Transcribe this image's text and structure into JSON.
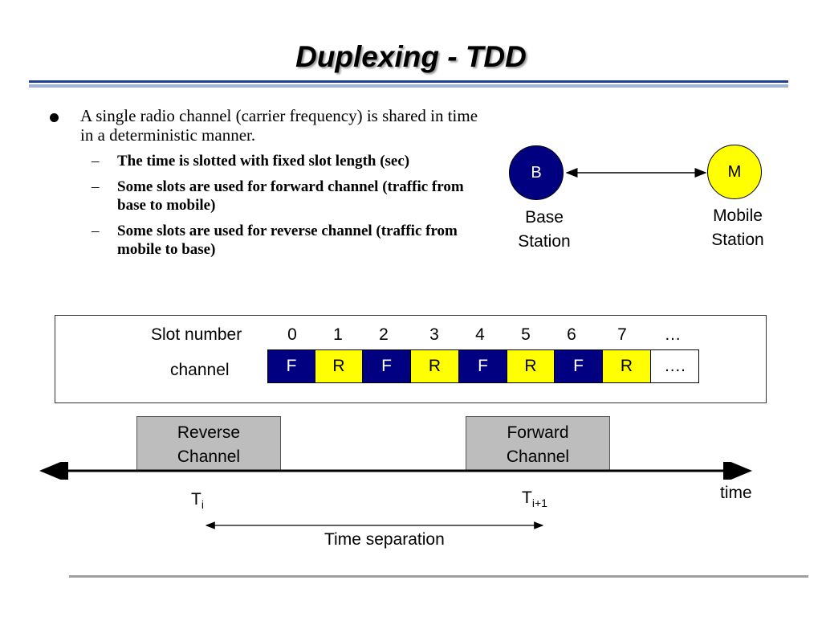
{
  "slide": {
    "title": "Duplexing - TDD",
    "bullets": [
      {
        "text": "A single radio channel (carrier frequency) is shared in time in a deterministic manner.",
        "sub": [
          "The time is slotted with fixed slot length (sec)",
          "Some slots are used for forward channel (traffic from base to mobile)",
          "Some slots are used for reverse channel (traffic from mobile to base)"
        ]
      }
    ]
  },
  "nodes": {
    "base": {
      "letter": "B",
      "label_line1": "Base",
      "label_line2": "Station",
      "color": "#000080"
    },
    "mobile": {
      "letter": "M",
      "label_line1": "Mobile",
      "label_line2": "Station",
      "color": "#ffff00"
    }
  },
  "slots": {
    "row_label_slot": "Slot number",
    "row_label_channel": "channel",
    "numbers": [
      "0",
      "1",
      "2",
      "3",
      "4",
      "5",
      "6",
      "7",
      "…"
    ],
    "cells": [
      "F",
      "R",
      "F",
      "R",
      "F",
      "R",
      "F",
      "R",
      "…."
    ],
    "colors": {
      "F": "#000080",
      "R": "#ffff00"
    }
  },
  "timeline": {
    "reverse_line1": "Reverse",
    "reverse_line2": "Channel",
    "forward_line1": "Forward",
    "forward_line2": "Channel",
    "axis_label": "time",
    "t_i": {
      "base": "T",
      "sub": "i"
    },
    "t_i1": {
      "base": "T",
      "sub": "i+1"
    },
    "separation_label": "Time separation"
  }
}
